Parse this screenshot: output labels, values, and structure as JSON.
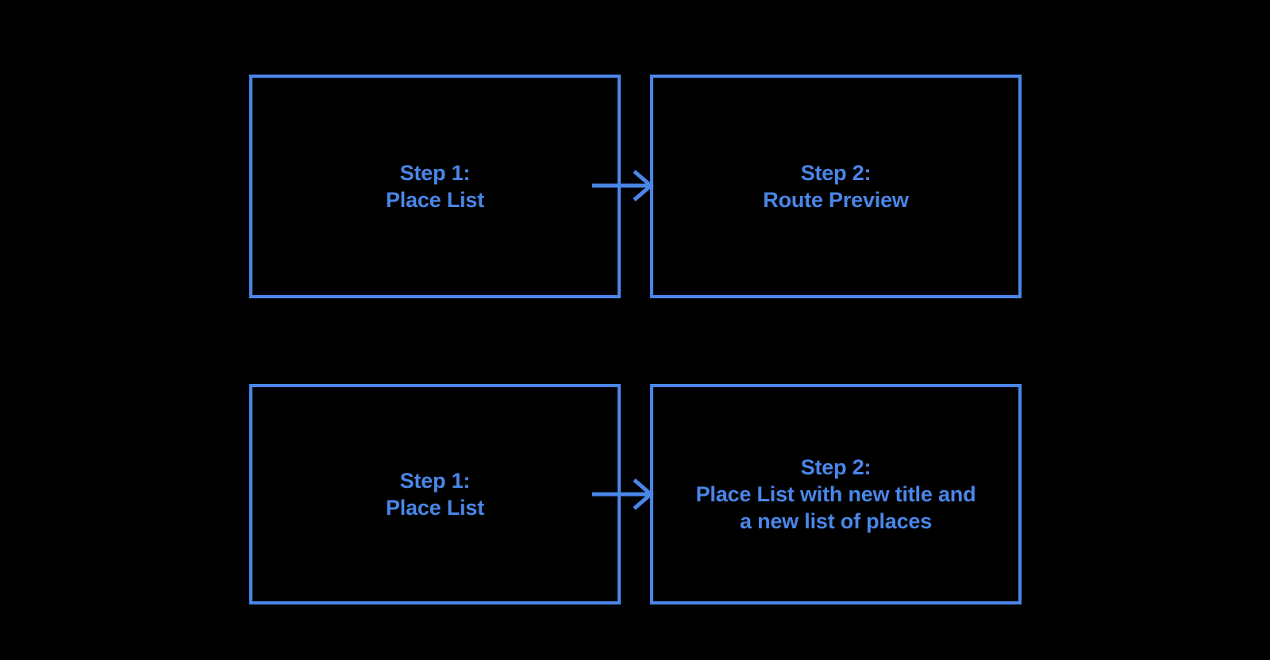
{
  "colors": {
    "background": "#000000",
    "accent": "#4a86e8"
  },
  "diagram": {
    "type": "flowchart",
    "flows": [
      {
        "from": {
          "lines": [
            "Step 1:",
            "Place List"
          ]
        },
        "to": {
          "lines": [
            "Step 2:",
            "Route Preview"
          ]
        },
        "connector": "right-arrow"
      },
      {
        "from": {
          "lines": [
            "Step 1:",
            "Place List"
          ]
        },
        "to": {
          "lines": [
            "Step 2:",
            "Place List with new title and",
            "a new list of places"
          ]
        },
        "connector": "right-arrow"
      }
    ]
  }
}
